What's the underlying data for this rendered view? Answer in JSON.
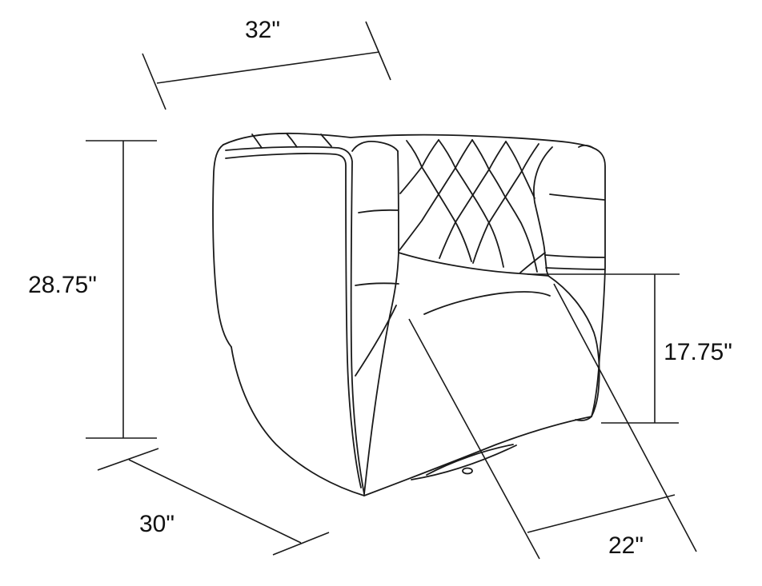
{
  "figure": {
    "description": "Line drawing of a tufted swivel barrel armchair with dimension callouts",
    "background_color": "#ffffff",
    "line_color": "#1a1a1a",
    "text_color": "#111111"
  },
  "dimensions": {
    "top_width": "32\"",
    "left_height": "28.75\"",
    "bottom_depth": "30\"",
    "seat_back_height": "17.75\"",
    "seat_width": "22\""
  }
}
